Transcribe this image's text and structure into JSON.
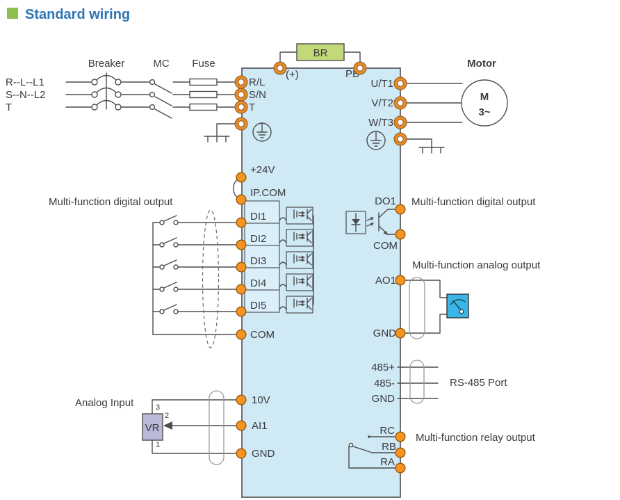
{
  "title": "Standard wiring",
  "colors": {
    "title": "#2e75b6",
    "bullet": "#8cbf4d",
    "text": "#3b3b3b",
    "wire": "#4d4d4d",
    "block_fill": "#cfe9f5",
    "block_border": "#4d4d4d",
    "terminal_dot": "#f79421",
    "terminal_ring": "#e78c28",
    "br_fill": "#c3d878",
    "meter_fill": "#3ab5e5",
    "vr_fill": "#b9bad8"
  },
  "input": {
    "breaker": "Breaker",
    "mc": "MC",
    "fuse": "Fuse",
    "phases": [
      "R--L--L1",
      "S--N--L2",
      "T"
    ]
  },
  "drive": {
    "mains_terminals": [
      "R/L",
      "S/N",
      "T"
    ],
    "brake": {
      "plus": "(+)",
      "pb": "PB",
      "resistor": "BR"
    },
    "motor_terminals": [
      "U/T1",
      "V/T2",
      "W/T3"
    ],
    "left": {
      "p24": "+24V",
      "ipcom": "IP.COM",
      "di": [
        "DI1",
        "DI2",
        "DI3",
        "DI4",
        "DI5"
      ],
      "com": "COM",
      "v10": "10V",
      "ai1": "AI1",
      "gnd": "GND"
    },
    "right": {
      "do1": "DO1",
      "com": "COM",
      "ao1": "AO1",
      "gnd": "GND",
      "rs485": [
        "485+",
        "485-",
        "GND"
      ],
      "relay": [
        "RC",
        "RB",
        "RA"
      ]
    }
  },
  "motor": {
    "label": "Motor",
    "m": "M",
    "phase": "3~"
  },
  "notes": {
    "left_digital": "Multi-function digital output",
    "right_digital": "Multi-function digital output",
    "analog_out": "Multi-function analog output",
    "rs485": "RS-485 Port",
    "relay": "Multi-function relay output",
    "analog_in": "Analog Input",
    "vr": "VR",
    "pins": [
      "3",
      "2",
      "1"
    ]
  }
}
